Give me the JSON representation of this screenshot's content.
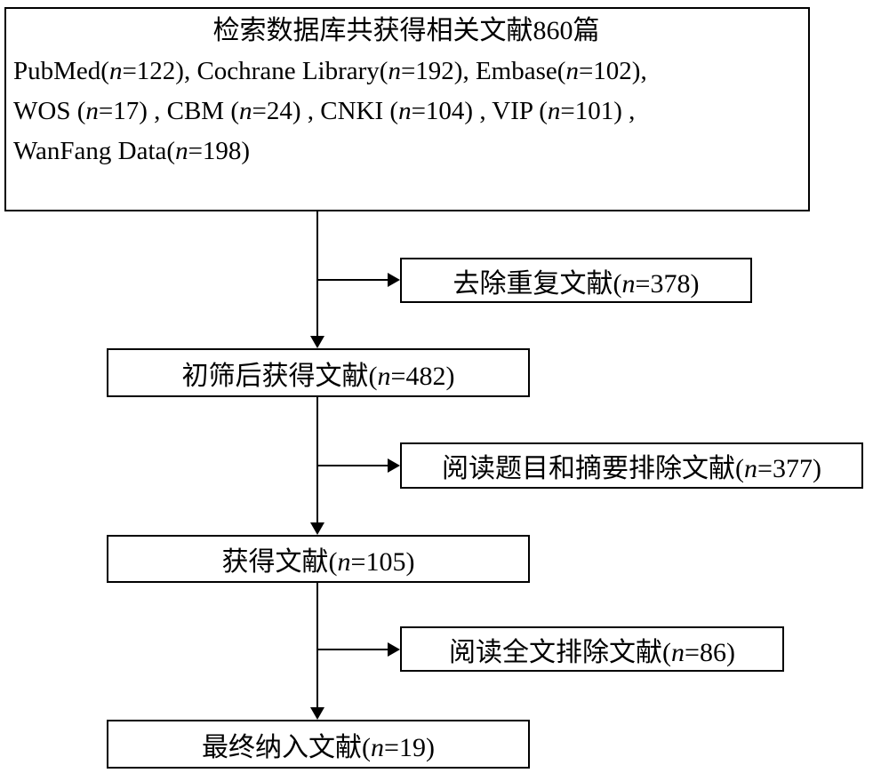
{
  "diagram": {
    "top_box": {
      "title": "检索数据库共获得相关文献860篇",
      "lines": [
        [
          {
            "t": "PubMed("
          },
          {
            "t": "n",
            "i": true
          },
          {
            "t": "=122), Cochrane Library("
          },
          {
            "t": "n",
            "i": true
          },
          {
            "t": "=192), Embase("
          },
          {
            "t": "n",
            "i": true
          },
          {
            "t": "=102),"
          }
        ],
        [
          {
            "t": "WOS ("
          },
          {
            "t": "n",
            "i": true
          },
          {
            "t": "=17) , CBM ("
          },
          {
            "t": "n",
            "i": true
          },
          {
            "t": "=24) , CNKI ("
          },
          {
            "t": "n",
            "i": true
          },
          {
            "t": "=104) , VIP ("
          },
          {
            "t": "n",
            "i": true
          },
          {
            "t": "=101) ,"
          }
        ],
        [
          {
            "t": "WanFang Data("
          },
          {
            "t": "n",
            "i": true
          },
          {
            "t": "=198)"
          }
        ]
      ]
    },
    "main_boxes": [
      {
        "label": [
          {
            "t": "初筛后获得文献("
          },
          {
            "t": "n",
            "i": true
          },
          {
            "t": "=482)"
          }
        ]
      },
      {
        "label": [
          {
            "t": "获得文献("
          },
          {
            "t": "n",
            "i": true
          },
          {
            "t": "=105)"
          }
        ]
      },
      {
        "label": [
          {
            "t": "最终纳入文献("
          },
          {
            "t": "n",
            "i": true
          },
          {
            "t": "=19)"
          }
        ]
      }
    ],
    "side_boxes": [
      {
        "label": [
          {
            "t": "去除重复文献("
          },
          {
            "t": "n",
            "i": true
          },
          {
            "t": "=378)"
          }
        ]
      },
      {
        "label": [
          {
            "t": "阅读题目和摘要排除文献("
          },
          {
            "t": "n",
            "i": true
          },
          {
            "t": "=377)"
          }
        ]
      },
      {
        "label": [
          {
            "t": "阅读全文排除文献("
          },
          {
            "t": "n",
            "i": true
          },
          {
            "t": "=86)"
          }
        ]
      }
    ]
  }
}
